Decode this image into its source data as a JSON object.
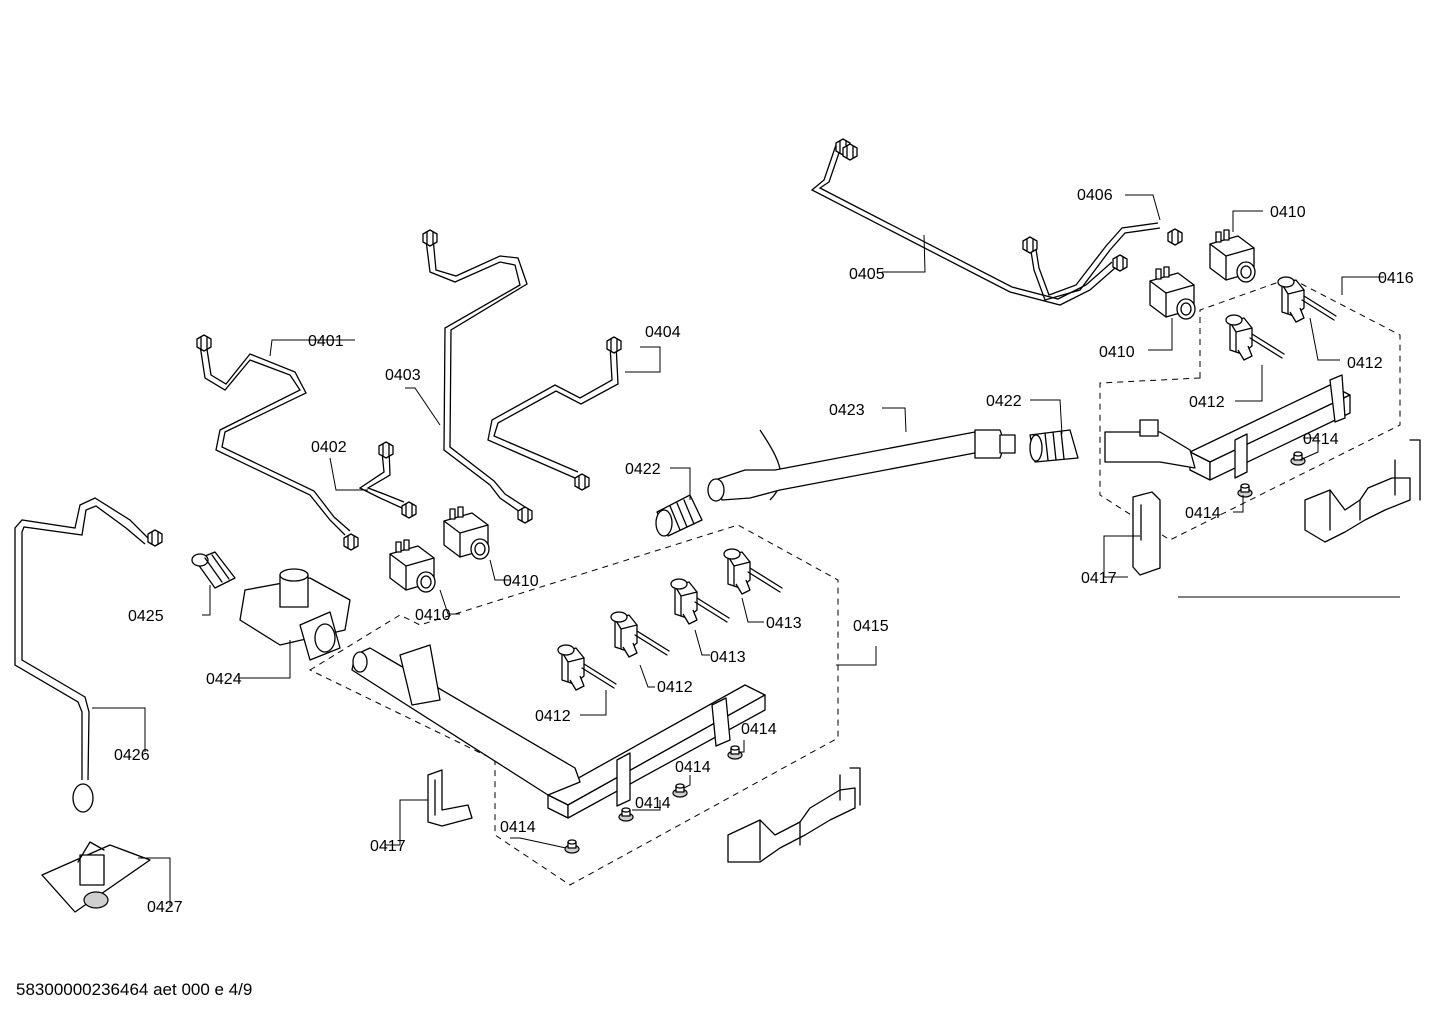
{
  "footer": "58300000236464 aet 000 e 4/9",
  "labels": {
    "l0401": "0401",
    "l0402": "0402",
    "l0403": "0403",
    "l0404": "0404",
    "l0405": "0405",
    "l0406": "0406",
    "l0410a": "0410",
    "l0410b": "0410",
    "l0410c": "0410",
    "l0410d": "0410",
    "l0412a": "0412",
    "l0412b": "0412",
    "l0412c": "0412",
    "l0412d": "0412",
    "l0413a": "0413",
    "l0413b": "0413",
    "l0414a": "0414",
    "l0414b": "0414",
    "l0414c": "0414",
    "l0414d": "0414",
    "l0414e": "0414",
    "l0414f": "0414",
    "l0415": "0415",
    "l0416": "0416",
    "l0417a": "0417",
    "l0417b": "0417",
    "l0422a": "0422",
    "l0422b": "0422",
    "l0423": "0423",
    "l0424": "0424",
    "l0425": "0425",
    "l0426": "0426",
    "l0427": "0427"
  }
}
